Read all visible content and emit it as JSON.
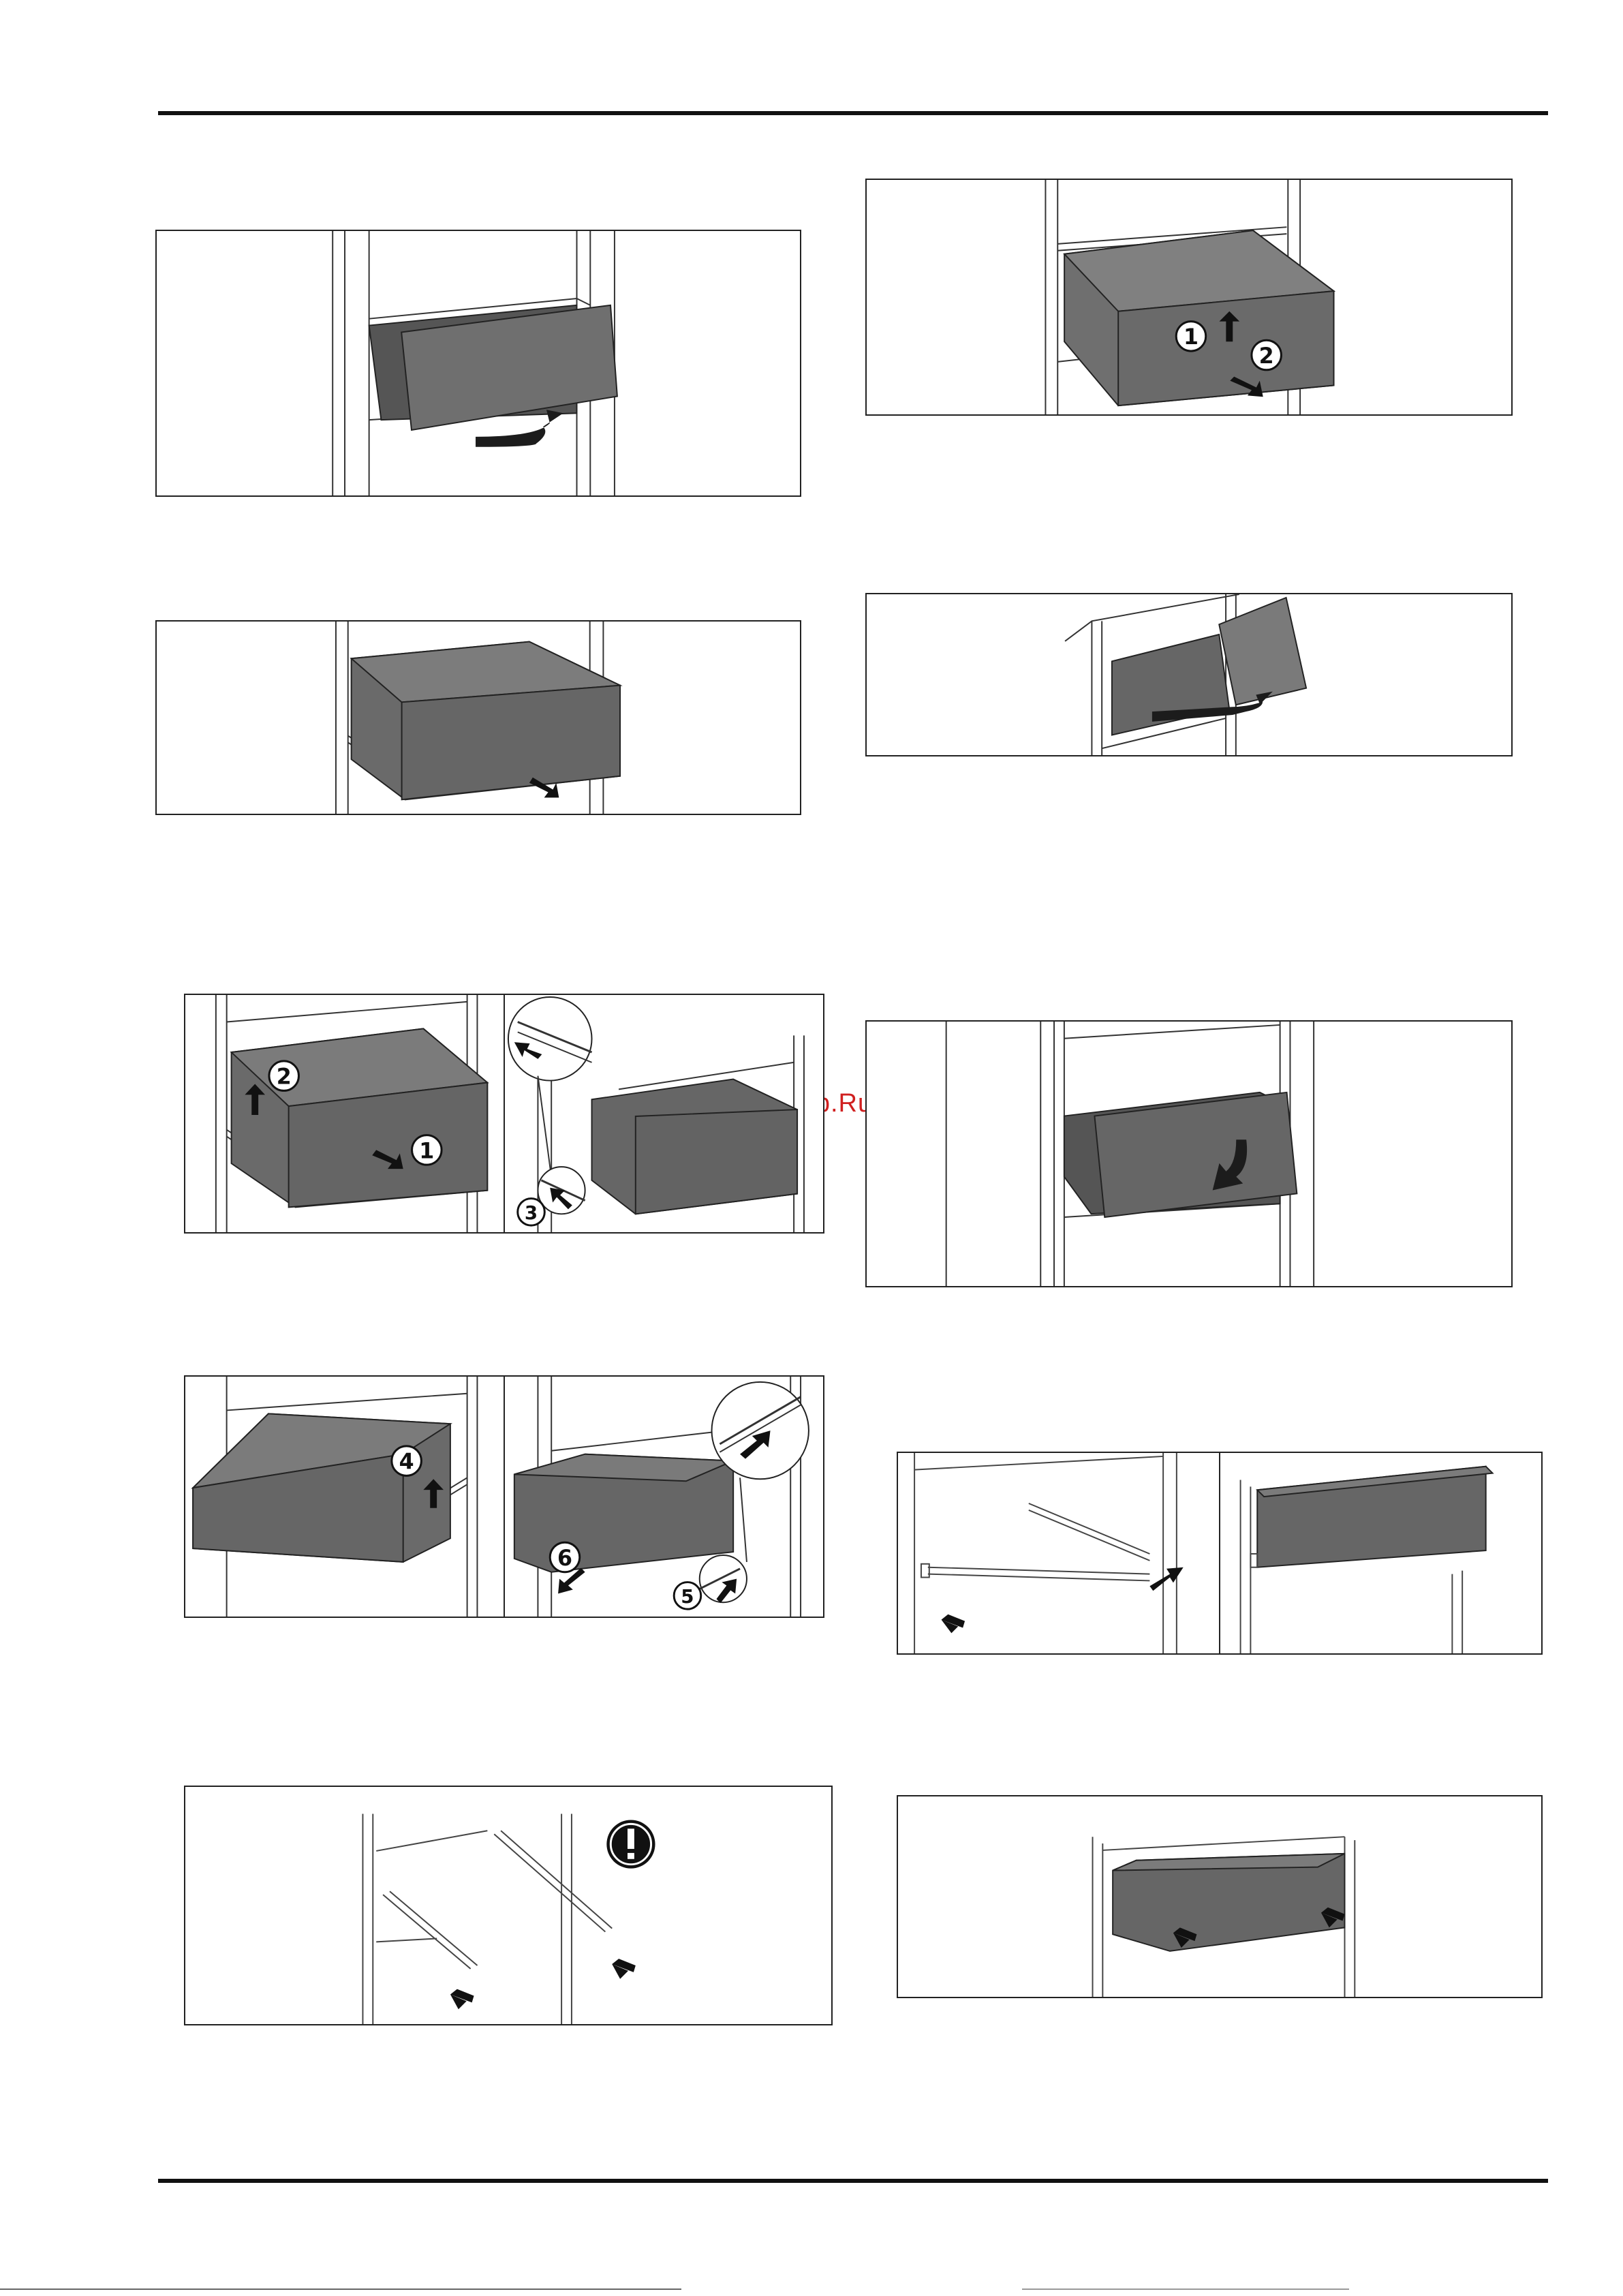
{
  "watermark": "McGrp.Ru",
  "fig_labels": {
    "f1": [
      "1",
      "2"
    ],
    "f5a": [
      "2",
      "1"
    ],
    "f5b": [
      "3"
    ],
    "f7a": [
      "4"
    ],
    "f7b": [
      "6",
      "5"
    ]
  }
}
